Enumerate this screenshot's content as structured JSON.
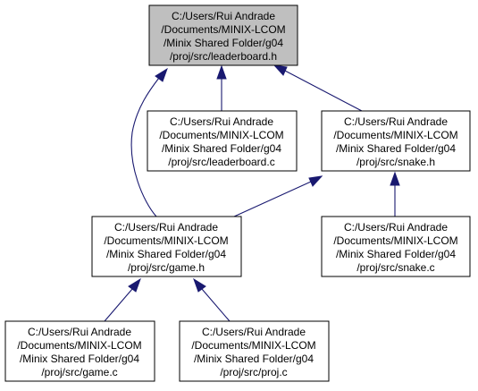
{
  "colors": {
    "highlighted_node_fill": "#bfbfbf",
    "node_fill": "#ffffff",
    "edge": "#191970"
  },
  "nodes": {
    "leaderboard_h": {
      "lines": [
        "C:/Users/Rui Andrade",
        "/Documents/MINIX-LCOM",
        "/Minix Shared Folder/g04",
        "/proj/src/leaderboard.h"
      ],
      "highlighted": true
    },
    "leaderboard_c": {
      "lines": [
        "C:/Users/Rui Andrade",
        "/Documents/MINIX-LCOM",
        "/Minix Shared Folder/g04",
        "/proj/src/leaderboard.c"
      ]
    },
    "snake_h": {
      "lines": [
        "C:/Users/Rui Andrade",
        "/Documents/MINIX-LCOM",
        "/Minix Shared Folder/g04",
        "/proj/src/snake.h"
      ]
    },
    "game_h": {
      "lines": [
        "C:/Users/Rui Andrade",
        "/Documents/MINIX-LCOM",
        "/Minix Shared Folder/g04",
        "/proj/src/game.h"
      ]
    },
    "snake_c": {
      "lines": [
        "C:/Users/Rui Andrade",
        "/Documents/MINIX-LCOM",
        "/Minix Shared Folder/g04",
        "/proj/src/snake.c"
      ]
    },
    "game_c": {
      "lines": [
        "C:/Users/Rui Andrade",
        "/Documents/MINIX-LCOM",
        "/Minix Shared Folder/g04",
        "/proj/src/game.c"
      ]
    },
    "proj_c": {
      "lines": [
        "C:/Users/Rui Andrade",
        "/Documents/MINIX-LCOM",
        "/Minix Shared Folder/g04",
        "/proj/src/proj.c"
      ]
    }
  },
  "edges": [
    {
      "from": "leaderboard_c",
      "to": "leaderboard_h"
    },
    {
      "from": "snake_h",
      "to": "leaderboard_h"
    },
    {
      "from": "game_h",
      "to": "leaderboard_h"
    },
    {
      "from": "game_h",
      "to": "snake_h"
    },
    {
      "from": "snake_c",
      "to": "snake_h"
    },
    {
      "from": "game_c",
      "to": "game_h"
    },
    {
      "from": "proj_c",
      "to": "game_h"
    }
  ]
}
